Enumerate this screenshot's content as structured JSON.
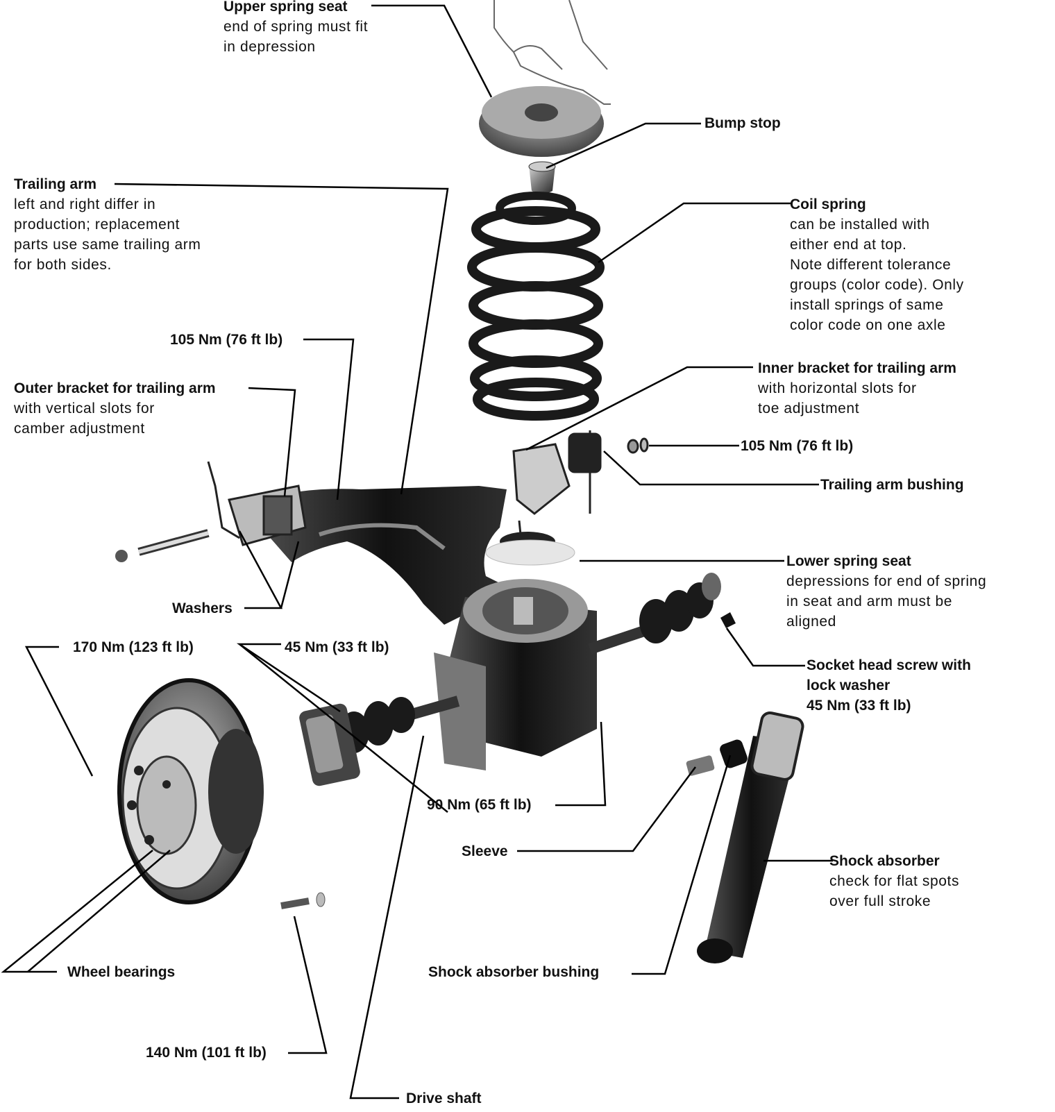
{
  "labels": {
    "upper_spring_seat": {
      "title": "Upper spring seat",
      "desc": [
        "end of spring must fit",
        "in depression"
      ]
    },
    "bump_stop": {
      "title": "Bump stop"
    },
    "trailing_arm": {
      "title": "Trailing arm",
      "desc": [
        "left and right differ in",
        "production; replacement",
        "parts use same trailing arm",
        "for both sides."
      ]
    },
    "coil_spring": {
      "title": "Coil spring",
      "desc": [
        "can be installed with",
        "either end at top.",
        "Note different tolerance",
        "groups (color code). Only",
        "install springs of same",
        "color code on one axle"
      ]
    },
    "torque_105_left": {
      "title": "105 Nm (76 ft lb)"
    },
    "outer_bracket": {
      "title": "Outer bracket for trailing arm",
      "desc": [
        "with vertical slots for",
        "camber adjustment"
      ]
    },
    "inner_bracket": {
      "title": "Inner bracket for trailing arm",
      "desc": [
        "with horizontal slots for",
        "toe adjustment"
      ]
    },
    "torque_105_right": {
      "title": "105 Nm (76 ft lb)"
    },
    "trailing_arm_bushing": {
      "title": "Trailing arm bushing"
    },
    "lower_spring_seat": {
      "title": "Lower spring seat",
      "desc": [
        "depressions for end of spring",
        "in seat and arm must be",
        "aligned"
      ]
    },
    "washers": {
      "title": "Washers"
    },
    "torque_170": {
      "title": "170 Nm (123 ft lb)"
    },
    "torque_45_left": {
      "title": "45 Nm (33 ft lb)"
    },
    "socket_head_screw": {
      "title": "Socket head screw with",
      "title2": "lock washer",
      "title3": "45 Nm (33 ft lb)"
    },
    "torque_90": {
      "title": "90 Nm (65 ft lb)"
    },
    "sleeve": {
      "title": "Sleeve"
    },
    "shock_absorber": {
      "title": "Shock absorber",
      "desc": [
        "check for flat spots",
        "over full stroke"
      ]
    },
    "wheel_bearings": {
      "title": "Wheel bearings"
    },
    "shock_absorber_bushing": {
      "title": "Shock absorber bushing"
    },
    "torque_140": {
      "title": "140 Nm (101 ft lb)"
    },
    "drive_shaft": {
      "title": "Drive shaft"
    }
  }
}
